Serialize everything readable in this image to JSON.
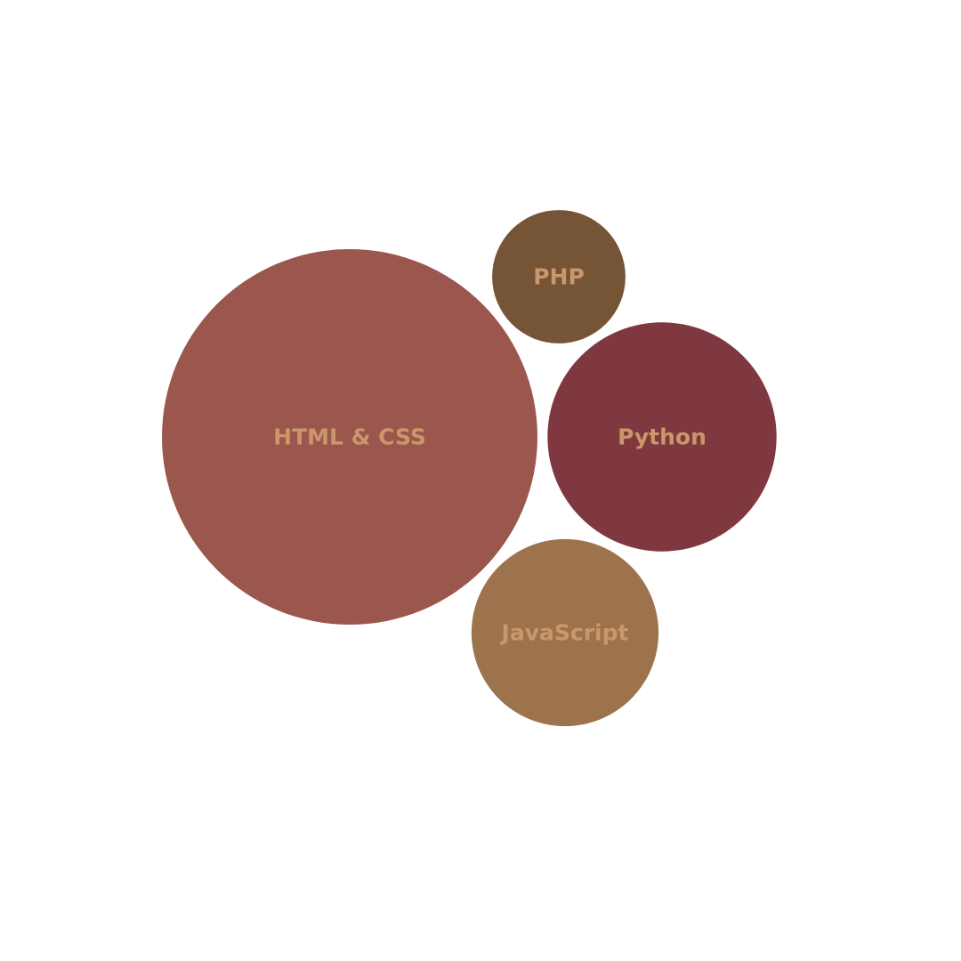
{
  "chart_data": {
    "type": "bubble",
    "label_color": "#C9976A",
    "bubbles": [
      {
        "name": "HTML & CSS",
        "value": 100,
        "color": "#9B564E"
      },
      {
        "name": "PHP",
        "value": 12.6,
        "color": "#765436"
      },
      {
        "name": "Python",
        "value": 37.2,
        "color": "#7F3840"
      },
      {
        "name": "JavaScript",
        "value": 24.8,
        "color": "#9C734D"
      }
    ]
  }
}
